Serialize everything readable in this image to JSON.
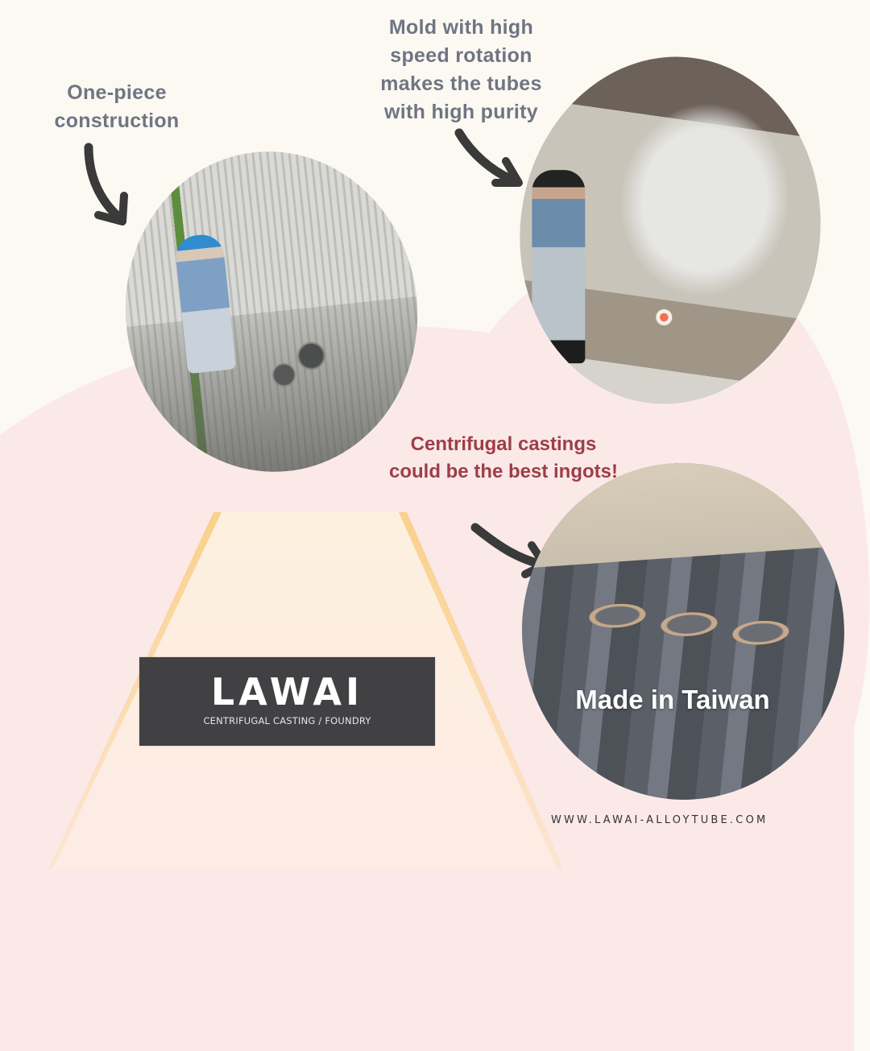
{
  "captions": {
    "one_piece": [
      "One-piece",
      "construction"
    ],
    "mold": [
      "Mold with high",
      "speed rotation",
      "makes the tubes",
      "with high purity"
    ],
    "centrifugal": [
      "Centrifugal castings",
      "could be the best ingots!"
    ],
    "made_in": "Made in Taiwan"
  },
  "photos": [
    {
      "subject": "Worker in blue hard hat beside lathe machinery in workshop"
    },
    {
      "subject": "Worker in aluminized apron next to smoking centrifugal casting mold"
    },
    {
      "subject": "Stacked cast metal tubes"
    }
  ],
  "logo": {
    "name": "LAWAI",
    "tagline": "CENTRIFUGAL CASTING / FOUNDRY",
    "background": "#414143"
  },
  "footer": {
    "url": "WWW.LAWAI-ALLOYTUBE.COM"
  },
  "colors": {
    "background": "#fcf9f3",
    "pink_shape": "#fbe9e8",
    "caption_gray": "#6f7582",
    "caption_red": "#9e3e48",
    "arrow": "#3a3a3a"
  }
}
